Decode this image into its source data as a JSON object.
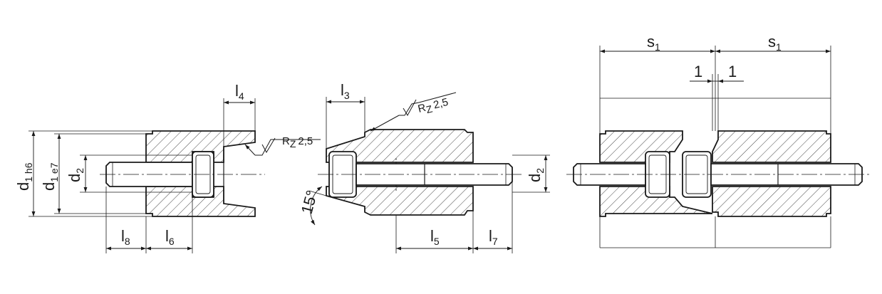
{
  "labels": {
    "d1h6": {
      "main": "d",
      "sub": "1 h6"
    },
    "d1e7": {
      "main": "d",
      "sub": "1 e7"
    },
    "d2_left": {
      "main": "d",
      "sub": "2"
    },
    "l8": {
      "main": "l",
      "sub": "8"
    },
    "l6": {
      "main": "l",
      "sub": "6"
    },
    "l4": {
      "main": "l",
      "sub": "4"
    },
    "rz_left": {
      "main": "R",
      "sub": "Z",
      "value": "2,5"
    },
    "l3": {
      "main": "l",
      "sub": "3"
    },
    "rz_mid": {
      "main": "R",
      "sub": "Z",
      "value": "2,5"
    },
    "angle": "15°",
    "l5": {
      "main": "l",
      "sub": "5"
    },
    "l7": {
      "main": "l",
      "sub": "7"
    },
    "d2_mid": {
      "main": "d",
      "sub": "2"
    },
    "s1_left": {
      "main": "s",
      "sub": "1"
    },
    "s1_right": {
      "main": "s",
      "sub": "1"
    },
    "gap_left": "1",
    "gap_right": "1"
  }
}
